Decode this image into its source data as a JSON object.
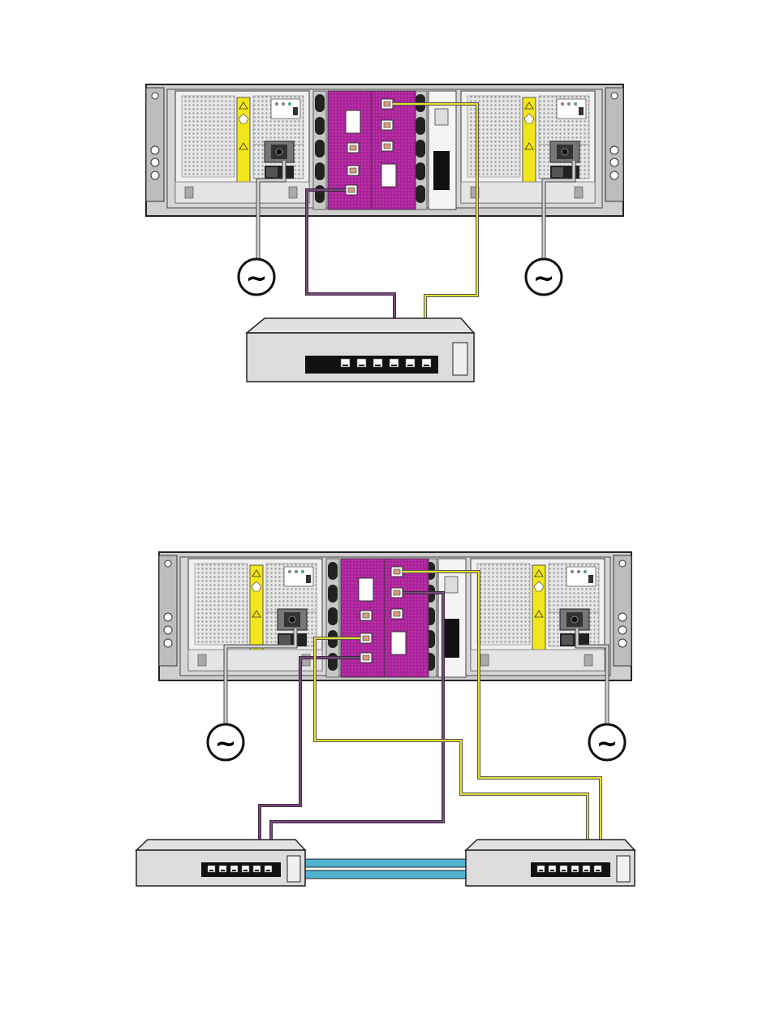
{
  "diagrams": [
    {
      "id": "single-switch",
      "power_outlets": [
        {
          "symbol": "~",
          "side": "left"
        },
        {
          "symbol": "~",
          "side": "right"
        }
      ],
      "switches": [
        {
          "ports": 6,
          "connected_ports": [
            4,
            6
          ]
        }
      ],
      "cables": [
        {
          "color": "#7a4a7e",
          "from": "controller-0-port",
          "to": "switch-1"
        },
        {
          "color": "#e8e030",
          "from": "controller-1-port",
          "to": "switch-1"
        }
      ]
    },
    {
      "id": "dual-switch",
      "power_outlets": [
        {
          "symbol": "~",
          "side": "left"
        },
        {
          "symbol": "~",
          "side": "right"
        }
      ],
      "switches": [
        {
          "ports": 6,
          "connected_ports": [
            5,
            6
          ]
        },
        {
          "ports": 6,
          "connected_ports": [
            5,
            6
          ]
        }
      ],
      "interswitch_link_color": "#4fb3d0",
      "cables": [
        {
          "color": "#7a4a7e",
          "from": "controller-0-port-2",
          "to": "switch-1"
        },
        {
          "color": "#7a4a7e",
          "from": "controller-1-port-1",
          "to": "switch-1"
        },
        {
          "color": "#e8e030",
          "from": "controller-0-port-1",
          "to": "switch-2"
        },
        {
          "color": "#e8e030",
          "from": "controller-1-port-0",
          "to": "switch-2"
        }
      ]
    }
  ],
  "colors": {
    "chassis": "#d9d9d9",
    "control_module": "#9b2f8f",
    "warning_label": "#f2e51c",
    "cable_purple": "#7a4a7e",
    "cable_yellow": "#e8e030",
    "power_cable": "#c8c8c8",
    "link": "#4fb3d0"
  },
  "symbols": {
    "outlet_glyph": "~"
  }
}
